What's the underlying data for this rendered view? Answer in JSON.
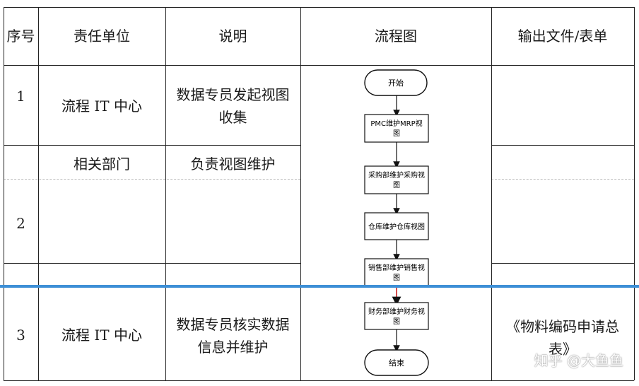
{
  "table": {
    "headers": {
      "seq": "序号",
      "unit": "责任单位",
      "desc": "说明",
      "flow": "流程图",
      "output": "输出文件/表单"
    },
    "rows": [
      {
        "seq": "1",
        "unit": "流程 IT 中心",
        "desc": "数据专员发起视图\n收集",
        "output": ""
      },
      {
        "seq": "",
        "unit": "相关部门",
        "desc": "负责视图维护",
        "output": ""
      },
      {
        "seq": "2",
        "unit": "",
        "desc": "",
        "output": ""
      },
      {
        "seq": "3",
        "unit": "流程 IT 中心",
        "desc": "数据专员核实数据\n信息并维护",
        "output": "《物料编码申请总\n表》"
      }
    ]
  },
  "flowchart": {
    "start": "开始",
    "steps": [
      "PMC维护MRP视\n图",
      "采购部维护采购视\n图",
      "仓库维护仓库视图",
      "销售部维护销售视\n图",
      "财务部维护财务视\n图"
    ],
    "end": "结束"
  },
  "watermark": "知乎 @大鱼鱼",
  "colors": {
    "separator": "#3d8fd6",
    "grid": "#222222",
    "arrow_red": "#cc2222"
  }
}
